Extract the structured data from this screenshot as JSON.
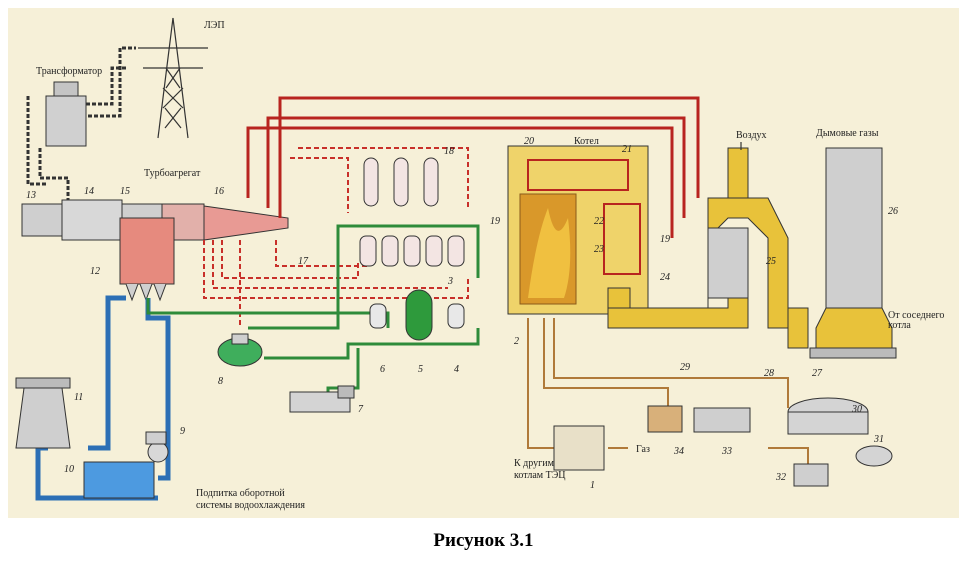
{
  "labels": {
    "lep": "ЛЭП",
    "transformer": "Трансформатор",
    "turbine_unit": "Турбоагрегат",
    "boiler": "Котел",
    "air": "Воздух",
    "flue_gases": "Дымовые газы",
    "from_neighbor_line1": "От соседнего",
    "from_neighbor_line2": "котла",
    "gas": "Газ",
    "to_other_boilers_line1": "К другим",
    "to_other_boilers_line2": "котлам ТЭЦ",
    "makeup_line1": "Подпитка оборотной",
    "makeup_line2": "системы водоохлаждения"
  },
  "numbers": {
    "n1": "1",
    "n2": "2",
    "n3": "3",
    "n4": "4",
    "n5": "5",
    "n6": "6",
    "n7": "7",
    "n8": "8",
    "n9": "9",
    "n10": "10",
    "n11": "11",
    "n12": "12",
    "n13": "13",
    "n14": "14",
    "n15": "15",
    "n16": "16",
    "n17": "17",
    "n18": "18",
    "n19a": "19",
    "n19b": "19",
    "n20": "20",
    "n21": "21",
    "n22": "22",
    "n23": "23",
    "n24": "24",
    "n25": "25",
    "n26": "26",
    "n27": "27",
    "n28": "28",
    "n29": "29",
    "n30": "30",
    "n31": "31",
    "n32": "32",
    "n33": "33",
    "n34": "34"
  },
  "caption": "Рисунок 3.1",
  "colors": {
    "background": "#f6f0d8",
    "steam": "#c8302a",
    "water": "#2e8b3a",
    "cooling": "#2c6fb5",
    "flue": "#e8c23a",
    "fuel": "#b07a3a",
    "equipment": "#c8c8c8",
    "outline": "#333333"
  }
}
